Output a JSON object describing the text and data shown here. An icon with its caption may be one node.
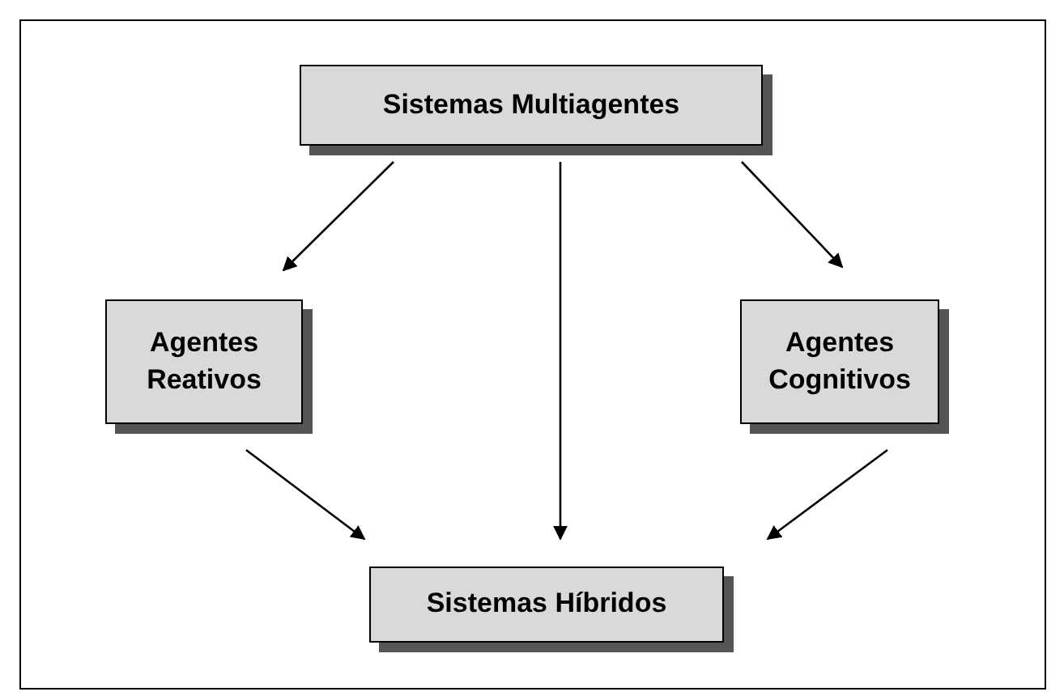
{
  "diagram": {
    "nodes": [
      {
        "text": [
          "Sistemas Multiagentes"
        ]
      },
      {
        "text": [
          "Agentes Reativos"
        ]
      },
      {
        "text": [
          "Agentes Cognitivos"
        ]
      },
      {
        "text": [
          "Sistemas Híbridos"
        ]
      }
    ],
    "edges": [
      {
        "from": 0,
        "to": 1,
        "arrow": "to"
      },
      {
        "from": 0,
        "to": 3,
        "arrow": "to"
      },
      {
        "from": 0,
        "to": 2,
        "arrow": "to"
      },
      {
        "from": 1,
        "to": 3,
        "arrow": "to"
      },
      {
        "from": 2,
        "to": 3,
        "arrow": "to"
      }
    ]
  }
}
